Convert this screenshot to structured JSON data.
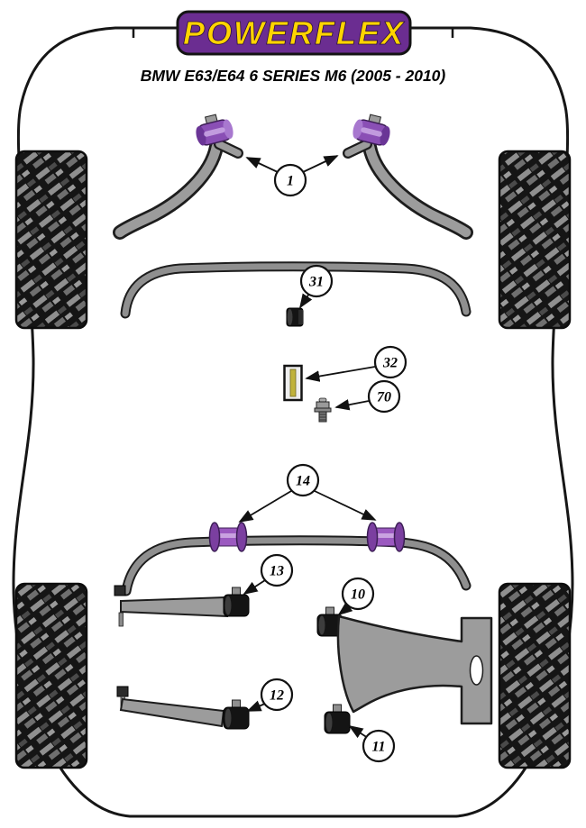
{
  "page": {
    "brand": "POWERFLEX",
    "title": "BMW E63/E64 6 SERIES M6 (2005 - 2010)"
  },
  "diagram": {
    "callouts": [
      {
        "label": "1"
      },
      {
        "label": "31"
      },
      {
        "label": "32"
      },
      {
        "label": "70"
      },
      {
        "label": "14"
      },
      {
        "label": "13"
      },
      {
        "label": "10"
      },
      {
        "label": "12"
      },
      {
        "label": "11"
      }
    ],
    "colors": {
      "logo_purple": "#6b2d91",
      "logo_yellow": "#ffd400",
      "bush_purple": "#8a4fb5",
      "part_gray": "#9c9c9c",
      "outline_black": "#161616"
    }
  }
}
